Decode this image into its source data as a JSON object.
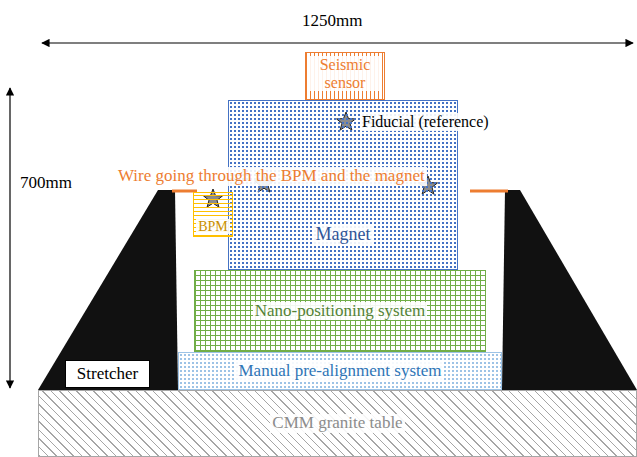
{
  "diagram": {
    "nodes": [
      {
        "text": [
          "Seismic sensor"
        ]
      },
      {
        "text": [
          "Magnet"
        ]
      },
      {
        "text": [
          "BPM"
        ]
      },
      {
        "text": [
          "Nano-positioning system"
        ]
      },
      {
        "text": [
          "Manual pre-alignment system"
        ]
      },
      {
        "text": [
          "Stretcher"
        ]
      },
      {
        "text": [
          "CMM granite table"
        ]
      }
    ],
    "labels": [
      "1250mm",
      "700mm",
      "Fiducial (reference)",
      "Wire going through the BPM and the magnet"
    ]
  }
}
